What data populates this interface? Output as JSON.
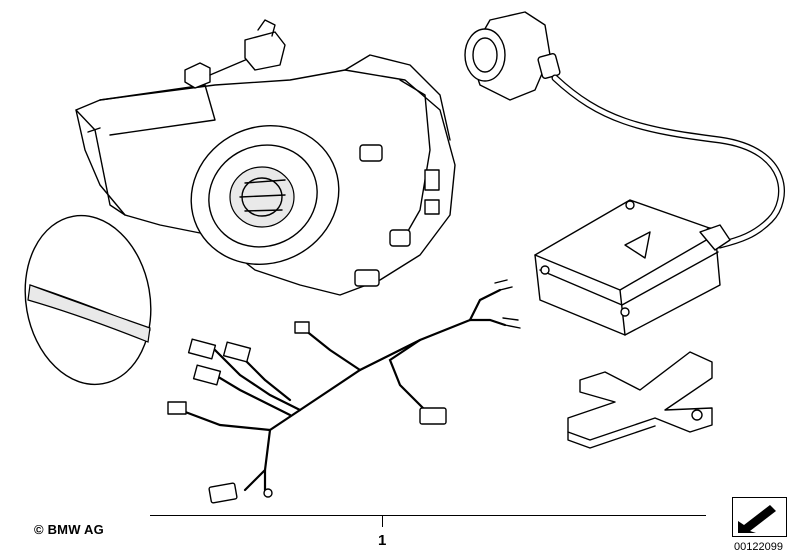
{
  "footer": {
    "copyright": "© BMW AG",
    "part_number": "1",
    "doc_id": "00122099"
  },
  "icons": {
    "nav_arrow": "diagonal-arrow-icon"
  }
}
